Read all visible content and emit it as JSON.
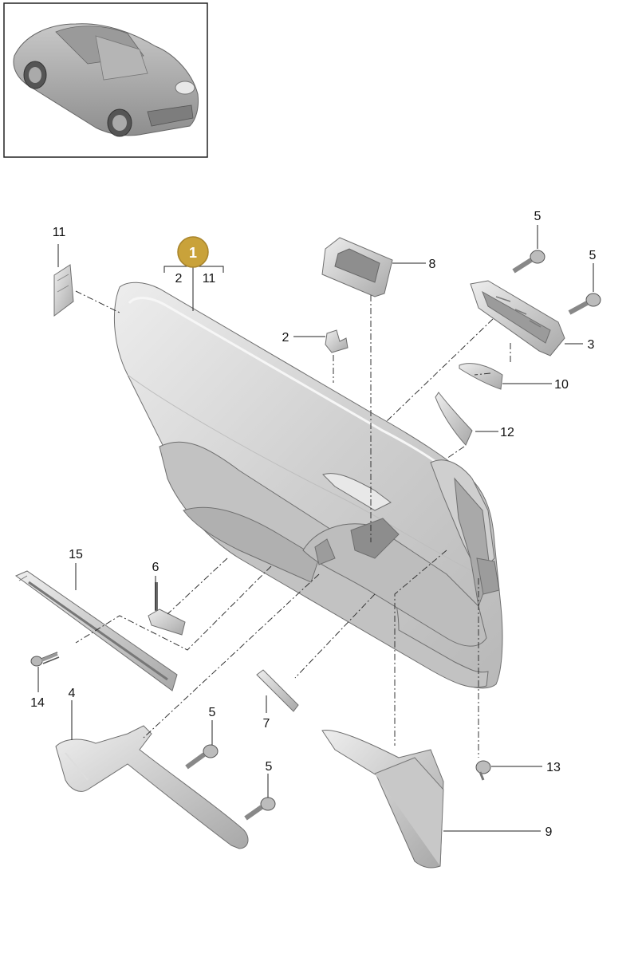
{
  "thumbnail": {
    "icon": "porsche-911-coupe-icon"
  },
  "assembly_badge": {
    "number": "1",
    "color": "#c9a23a",
    "includes": [
      "2",
      "11"
    ]
  },
  "callouts": {
    "p11": "11",
    "p8": "8",
    "p2": "2",
    "p5a": "5",
    "p5b": "5",
    "p3": "3",
    "p10": "10",
    "p12": "12",
    "p15": "15",
    "p6": "6",
    "p14": "14",
    "p4": "4",
    "p7": "7",
    "p5c": "5",
    "p5d": "5",
    "p13": "13",
    "p9": "9"
  },
  "colors": {
    "part_fill": "#d4d4d4",
    "part_dark": "#a9a9a9",
    "part_light": "#ececec",
    "line": "#222222"
  }
}
